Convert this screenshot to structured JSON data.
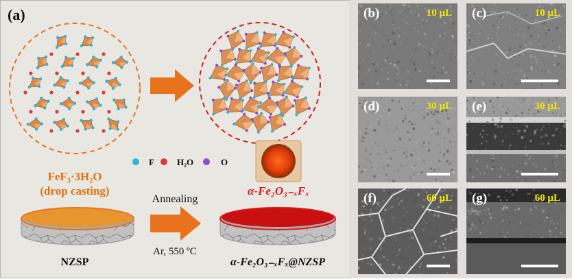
{
  "panel_a": {
    "label": "(a)",
    "precursor_formula": "FeF₃·3H₂O",
    "precursor_method": "(drop casting)",
    "product_formula": "α-Fe₂O₃₋ₓFₓ",
    "legend": {
      "fluorine": "F",
      "water": "H₂O",
      "oxygen": "O"
    },
    "process_step": "Annealing",
    "process_conditions": "Ar, 550 ºC",
    "substrate": "NZSP",
    "final_product": "α-Fe₂O₃₋ₓFₓ@NZSP"
  },
  "sem_panels": [
    {
      "label": "(b)",
      "volume": "10 μL",
      "type": "surface"
    },
    {
      "label": "(c)",
      "volume": "10 μL",
      "type": "cross-section"
    },
    {
      "label": "(d)",
      "volume": "30 μL",
      "type": "surface"
    },
    {
      "label": "(e)",
      "volume": "30 μL",
      "type": "cross-section"
    },
    {
      "label": "(f)",
      "volume": "60 μL",
      "type": "surface"
    },
    {
      "label": "(g)",
      "volume": "60 μL",
      "type": "cross-section"
    }
  ],
  "colors": {
    "panel_background": "#e9e7e2",
    "octahedron": "#d98b4e",
    "orange_accent": "#e8731c",
    "red_accent": "#d61c1c",
    "fluorine_atom": "#2fb3d8",
    "water_molecule": "#d93a3a",
    "oxygen_atom": "#8a4fc8",
    "volume_label": "#f5e600"
  }
}
